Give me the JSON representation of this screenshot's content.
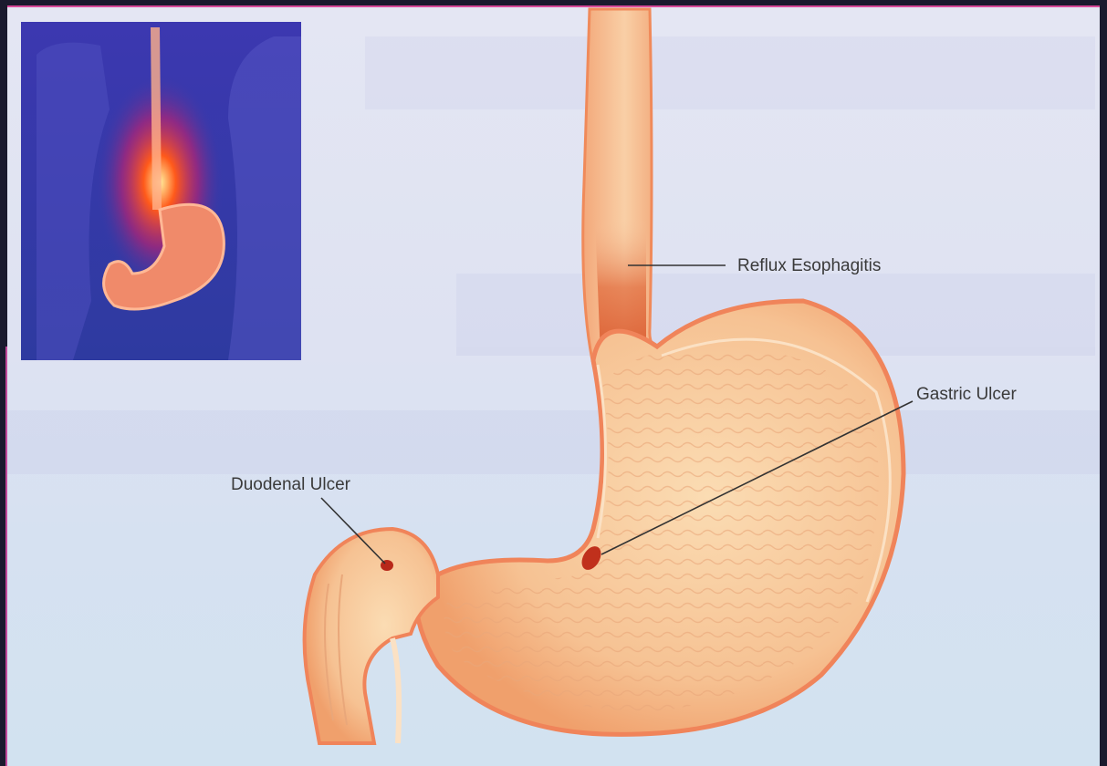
{
  "labels": {
    "reflux": "Reflux Esophagitis",
    "gastric": "Gastric Ulcer",
    "duodenal": "Duodenal Ulcer"
  },
  "colors": {
    "stomach_fill": "#f4c08f",
    "stomach_edge": "#f08a5a",
    "inset_bg": "#3a3aa8",
    "inflammation": "#ff4a1a"
  }
}
